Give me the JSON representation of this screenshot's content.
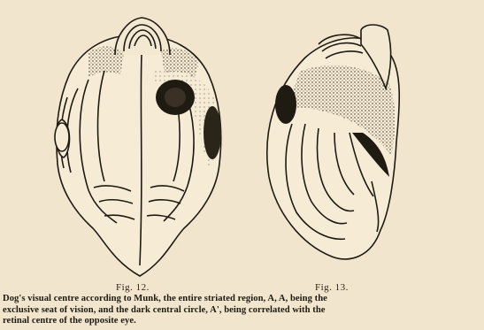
{
  "figures": [
    {
      "label": "Fig. 12."
    },
    {
      "label": "Fig. 13."
    }
  ],
  "caption": {
    "lines": [
      "Dog's visual centre according to Munk, the entire striated region, A, A, being the",
      "exclusive seat of vision, and the dark central circle, A', being correlated with the",
      "retinal centre of the opposite eye."
    ]
  }
}
